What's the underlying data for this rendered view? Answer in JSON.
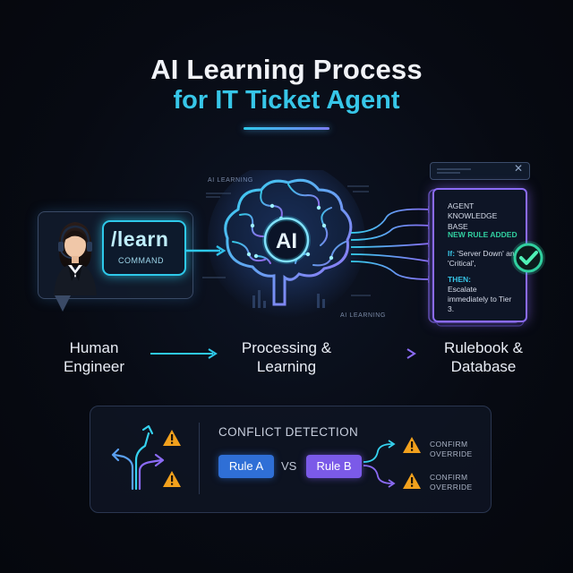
{
  "header": {
    "title": "AI Learning Process",
    "subtitle": "for IT Ticket Agent"
  },
  "human": {
    "command": "/learn",
    "command_sub": "COMMAND",
    "label": "Human Engineer"
  },
  "processing": {
    "brain_text": "AI",
    "tag_top": "AI LEARNING",
    "tag_bottom": "AI LEARNING",
    "label": "Processing & Learning"
  },
  "knowledge_base": {
    "title": "AGENT KNOWLEDGE BASE",
    "new_rule": "NEW RULE ADDED",
    "if_keyword": "If:",
    "if_text": "'Server Down' and 'Critical',",
    "then_keyword": "THEN:",
    "then_text": "Escalate immediately to Tier 3.",
    "close_glyph": "✕",
    "label": "Rulebook & Database"
  },
  "conflict": {
    "title": "CONFLICT DETECTION",
    "rule_a": "Rule A",
    "vs": "VS",
    "rule_b": "Rule B",
    "outcome_1": "CONFIRM OVERRIDE",
    "outcome_2": "CONFIRM OVERRIDE"
  },
  "colors": {
    "cyan": "#2ec9ea",
    "purple": "#8b6bf5",
    "blue": "#2f6fd6",
    "warning": "#f2a11d",
    "check": "#31d0a0"
  },
  "icons": [
    "headset-agent-icon",
    "brain-icon",
    "checkmark-icon",
    "warning-icon",
    "branching-arrows-icon"
  ]
}
